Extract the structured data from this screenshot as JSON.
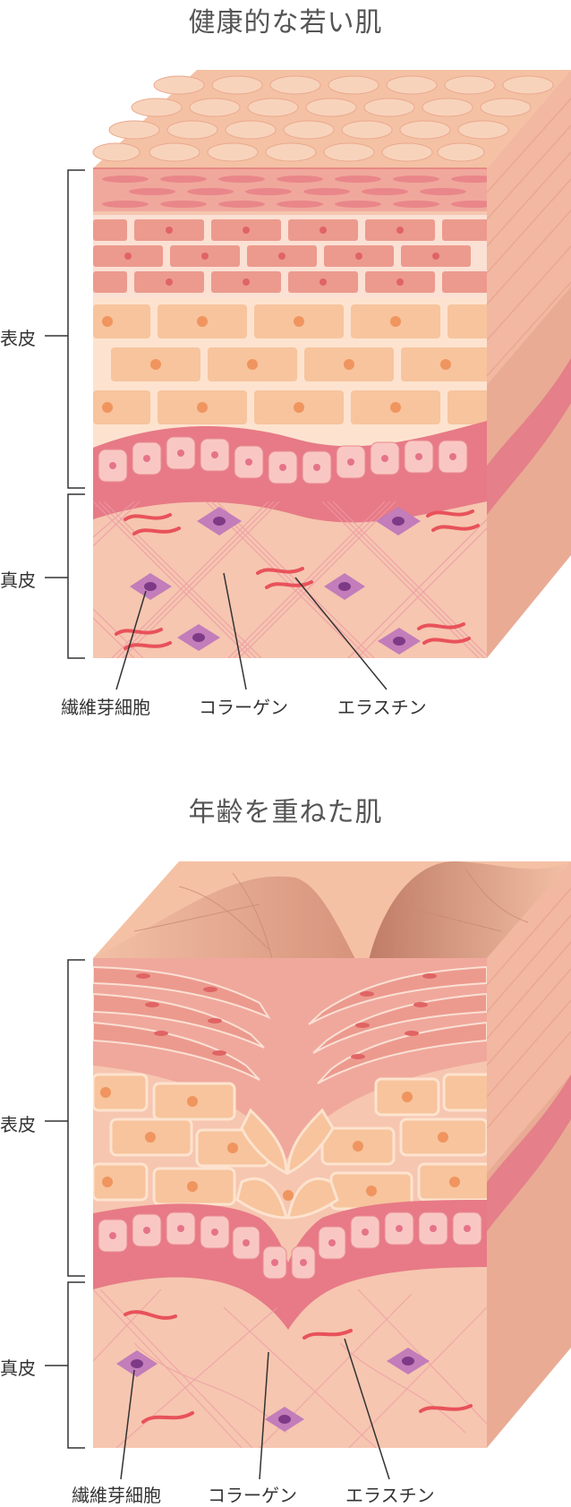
{
  "healthy": {
    "title": "健康的な若い肌",
    "layer_epidermis": "表皮",
    "layer_dermis": "真皮",
    "label_fibroblast": "繊維芽細胞",
    "label_collagen": "コラーゲン",
    "label_elastin": "エラスチン"
  },
  "aged": {
    "title": "年齢を重ねた肌",
    "layer_epidermis": "表皮",
    "layer_dermis": "真皮",
    "label_fibroblast": "繊維芽細胞",
    "label_collagen": "コラーゲン",
    "label_elastin": "エラスチン"
  },
  "colors": {
    "surface": "#f4c1a4",
    "upper_cells": "#ec9a8e",
    "mid_cells": "#f7c49d",
    "basal": "#e77a86",
    "dermis": "#f6c6b0",
    "fibroblast": "#c27dba",
    "elastin": "#e8525a"
  }
}
